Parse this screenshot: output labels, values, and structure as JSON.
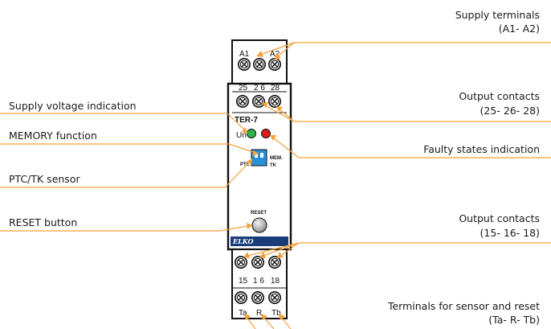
{
  "annotations": {
    "supply_terminals": {
      "line1": "Supply terminals",
      "line2": "(A1- A2)"
    },
    "output_contacts_top": {
      "line1": "Output contacts",
      "line2": "(25- 26- 28)"
    },
    "faulty_states": "Faulty states indication",
    "output_contacts_bottom": {
      "line1": "Output contacts",
      "line2": "(15- 16- 18)"
    },
    "sensor_reset_terminals": {
      "line1": "Terminals for sensor and reset",
      "line2": "(Ta- R- Tb)"
    },
    "supply_voltage": "Supply voltage indication",
    "memory_function": "MEMORY function",
    "ptc_sensor": "PTC/TK sensor",
    "reset_button": "RESET button"
  },
  "device": {
    "terminals_top_1": [
      "A1",
      "A2"
    ],
    "terminals_top_2": [
      "25",
      "2 6",
      "28"
    ],
    "model": "TER-7",
    "un_label": "Un",
    "ptc_label": "PTC",
    "mem_label": "MEM.",
    "tk_label": "TK",
    "reset_label": "RESET",
    "brand": "ELKO",
    "terminals_bottom_1": [
      "15",
      "1 6",
      "18"
    ],
    "terminals_bottom_2": [
      "Ta",
      "R",
      "Tb"
    ]
  },
  "colors": {
    "accent": "#f7a13a",
    "led_green": "#2db44a",
    "led_red": "#e01b1b",
    "switch_blue": "#2a8fd6"
  }
}
